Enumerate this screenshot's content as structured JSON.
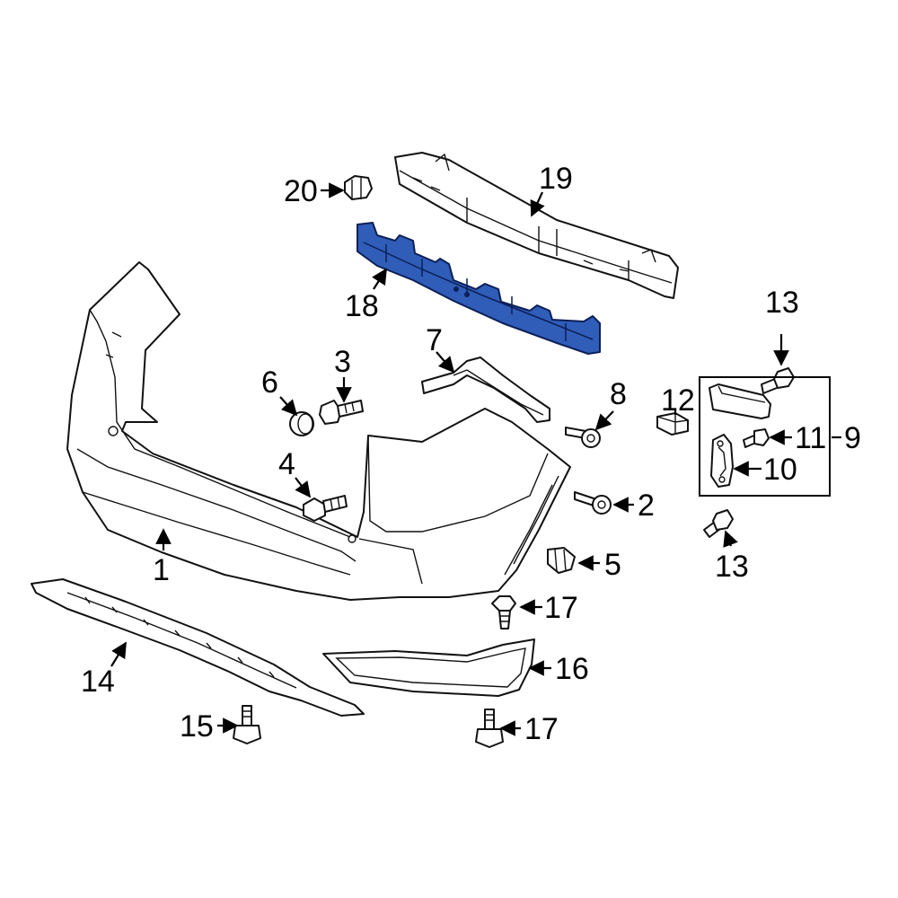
{
  "callouts": {
    "c1": "1",
    "c2": "2",
    "c3": "3",
    "c4": "4",
    "c5": "5",
    "c6": "6",
    "c7": "7",
    "c8": "8",
    "c9": "9",
    "c10": "10",
    "c11": "11",
    "c12": "12",
    "c13a": "13",
    "c13b": "13",
    "c14": "14",
    "c15": "15",
    "c16": "16",
    "c17a": "17",
    "c17b": "17",
    "c18": "18",
    "c19": "19",
    "c20": "20"
  },
  "colors": {
    "highlight_part": "#2f5db8",
    "highlight_outline": "#0c1f57",
    "line": "#111111",
    "background": "#ffffff"
  },
  "highlighted_part": "18"
}
